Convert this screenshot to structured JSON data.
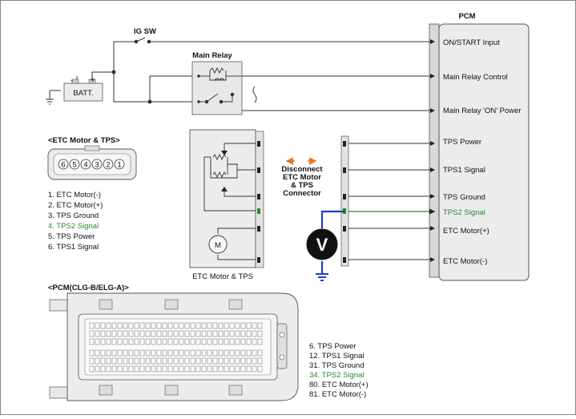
{
  "pcm": {
    "title": "PCM",
    "pins": [
      "ON/START Input",
      "Main Relay Control",
      "Main Relay 'ON' Power",
      "TPS Power",
      "TPS1 Signal",
      "TPS Ground",
      "TPS2 Signal",
      "ETC Motor(+)",
      "ETC Motor(-)"
    ]
  },
  "power": {
    "ig_sw": "IG SW",
    "main_relay": "Main Relay",
    "battery": "BATT.",
    "minus": "-",
    "plus": "+"
  },
  "etc_connector": {
    "title": "<ETC Motor & TPS>",
    "pin_numbers": [
      "6",
      "5",
      "4",
      "3",
      "2",
      "1"
    ],
    "legend": [
      "1. ETC Motor(-)",
      "2. ETC Motor(+)",
      "3. TPS Ground",
      "4. TPS2 Signal",
      "5. TPS Power",
      "6. TPS1 Signal"
    ],
    "highlight_index": 3
  },
  "etc_box": {
    "label": "ETC Motor & TPS",
    "motor_symbol": "M"
  },
  "disconnect_note": [
    "Disconnect",
    "ETC Motor",
    "& TPS",
    "Connector"
  ],
  "voltmeter": {
    "symbol": "V"
  },
  "pcm_connector": {
    "title": "<PCM(CLG-B/ELG-A)>",
    "legend": [
      "6. TPS Power",
      "12. TPS1 Signal",
      "31. TPS Ground",
      "34. TPS2 Signal",
      "80. ETC Motor(+)",
      "81. ETC Motor(-)"
    ],
    "highlight_index": 3
  },
  "colors": {
    "accent_green": "#2a8a2a",
    "signal_blue": "#1f3fbf",
    "arrow_orange": "#e87722",
    "connector_fill": "#e6e6e6",
    "pcm_fill": "#ececec"
  }
}
